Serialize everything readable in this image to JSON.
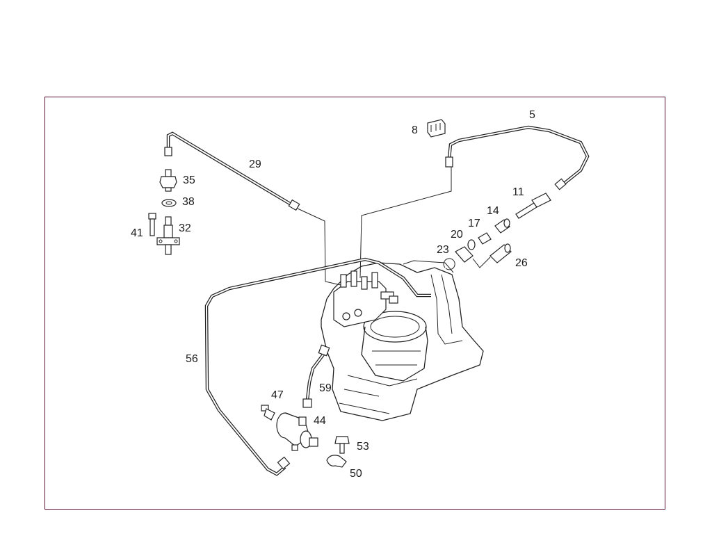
{
  "diagram": {
    "border_color": "#5a1030",
    "labels": [
      {
        "id": "5",
        "text": "5"
      },
      {
        "id": "8",
        "text": "8"
      },
      {
        "id": "11",
        "text": "11"
      },
      {
        "id": "14",
        "text": "14"
      },
      {
        "id": "17",
        "text": "17"
      },
      {
        "id": "20",
        "text": "20"
      },
      {
        "id": "23",
        "text": "23"
      },
      {
        "id": "26",
        "text": "26"
      },
      {
        "id": "29",
        "text": "29"
      },
      {
        "id": "35",
        "text": "35"
      },
      {
        "id": "38",
        "text": "38"
      },
      {
        "id": "32",
        "text": "32"
      },
      {
        "id": "41",
        "text": "41"
      },
      {
        "id": "56",
        "text": "56"
      },
      {
        "id": "59",
        "text": "59"
      },
      {
        "id": "47",
        "text": "47"
      },
      {
        "id": "44",
        "text": "44"
      },
      {
        "id": "53",
        "text": "53"
      },
      {
        "id": "50",
        "text": "50"
      }
    ]
  }
}
